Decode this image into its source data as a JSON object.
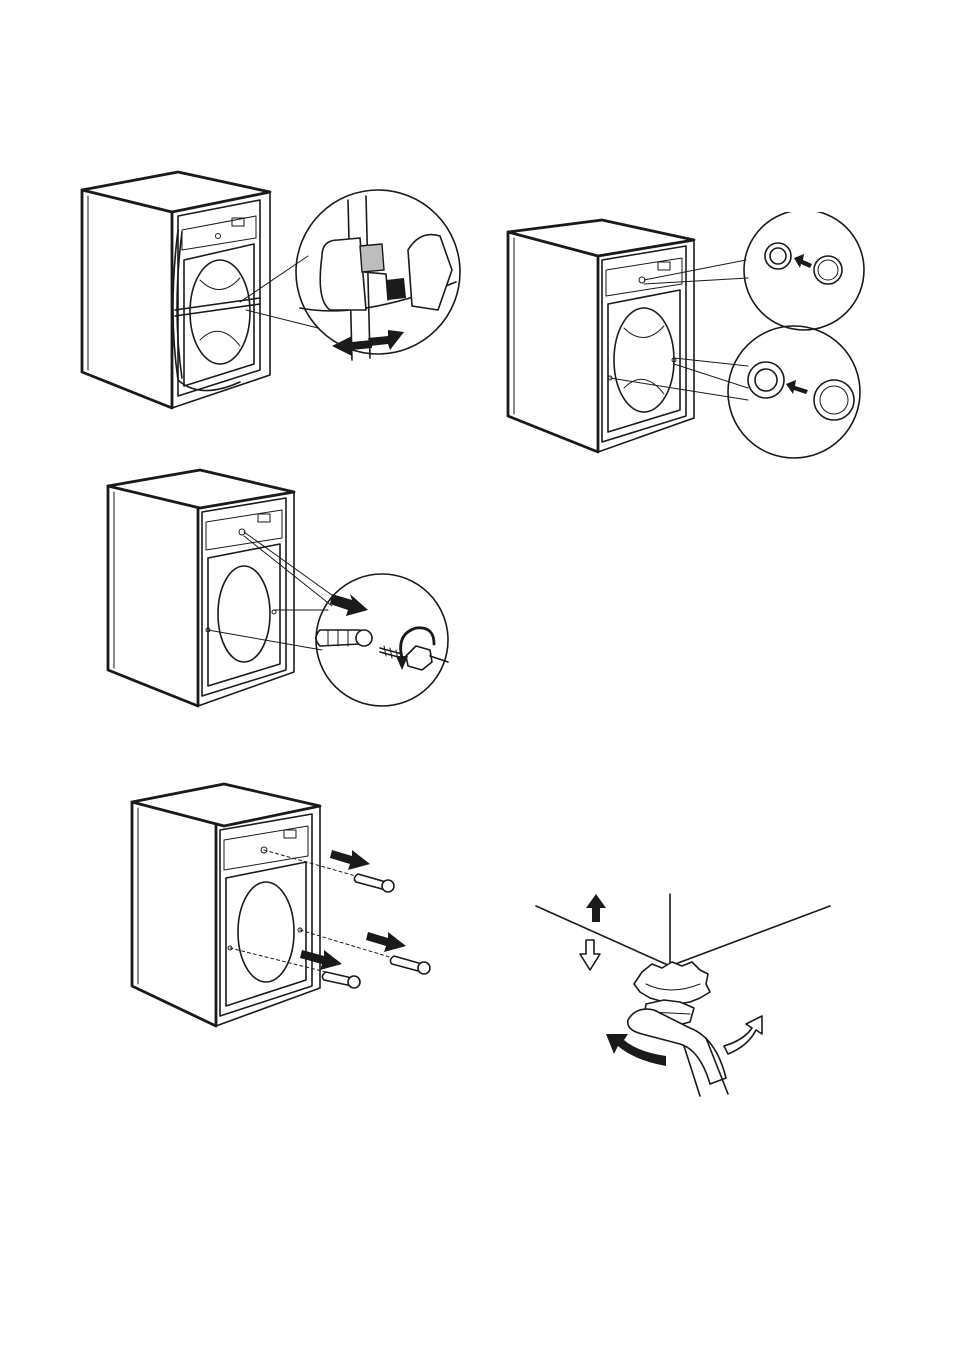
{
  "page": {
    "background": "#ffffff",
    "line_color": "#1a1a1a"
  },
  "figures": [
    {
      "id": "fig1",
      "icon": "machine-rear-transit-bracket-removal-icon"
    },
    {
      "id": "fig2",
      "icon": "machine-rear-hole-caps-insert-icon"
    },
    {
      "id": "fig3",
      "icon": "machine-rear-transit-bolt-unscrew-icon"
    },
    {
      "id": "fig4",
      "icon": "machine-rear-transit-bolts-remove-icon"
    },
    {
      "id": "fig5",
      "icon": "adjustable-foot-spanner-icon"
    }
  ]
}
